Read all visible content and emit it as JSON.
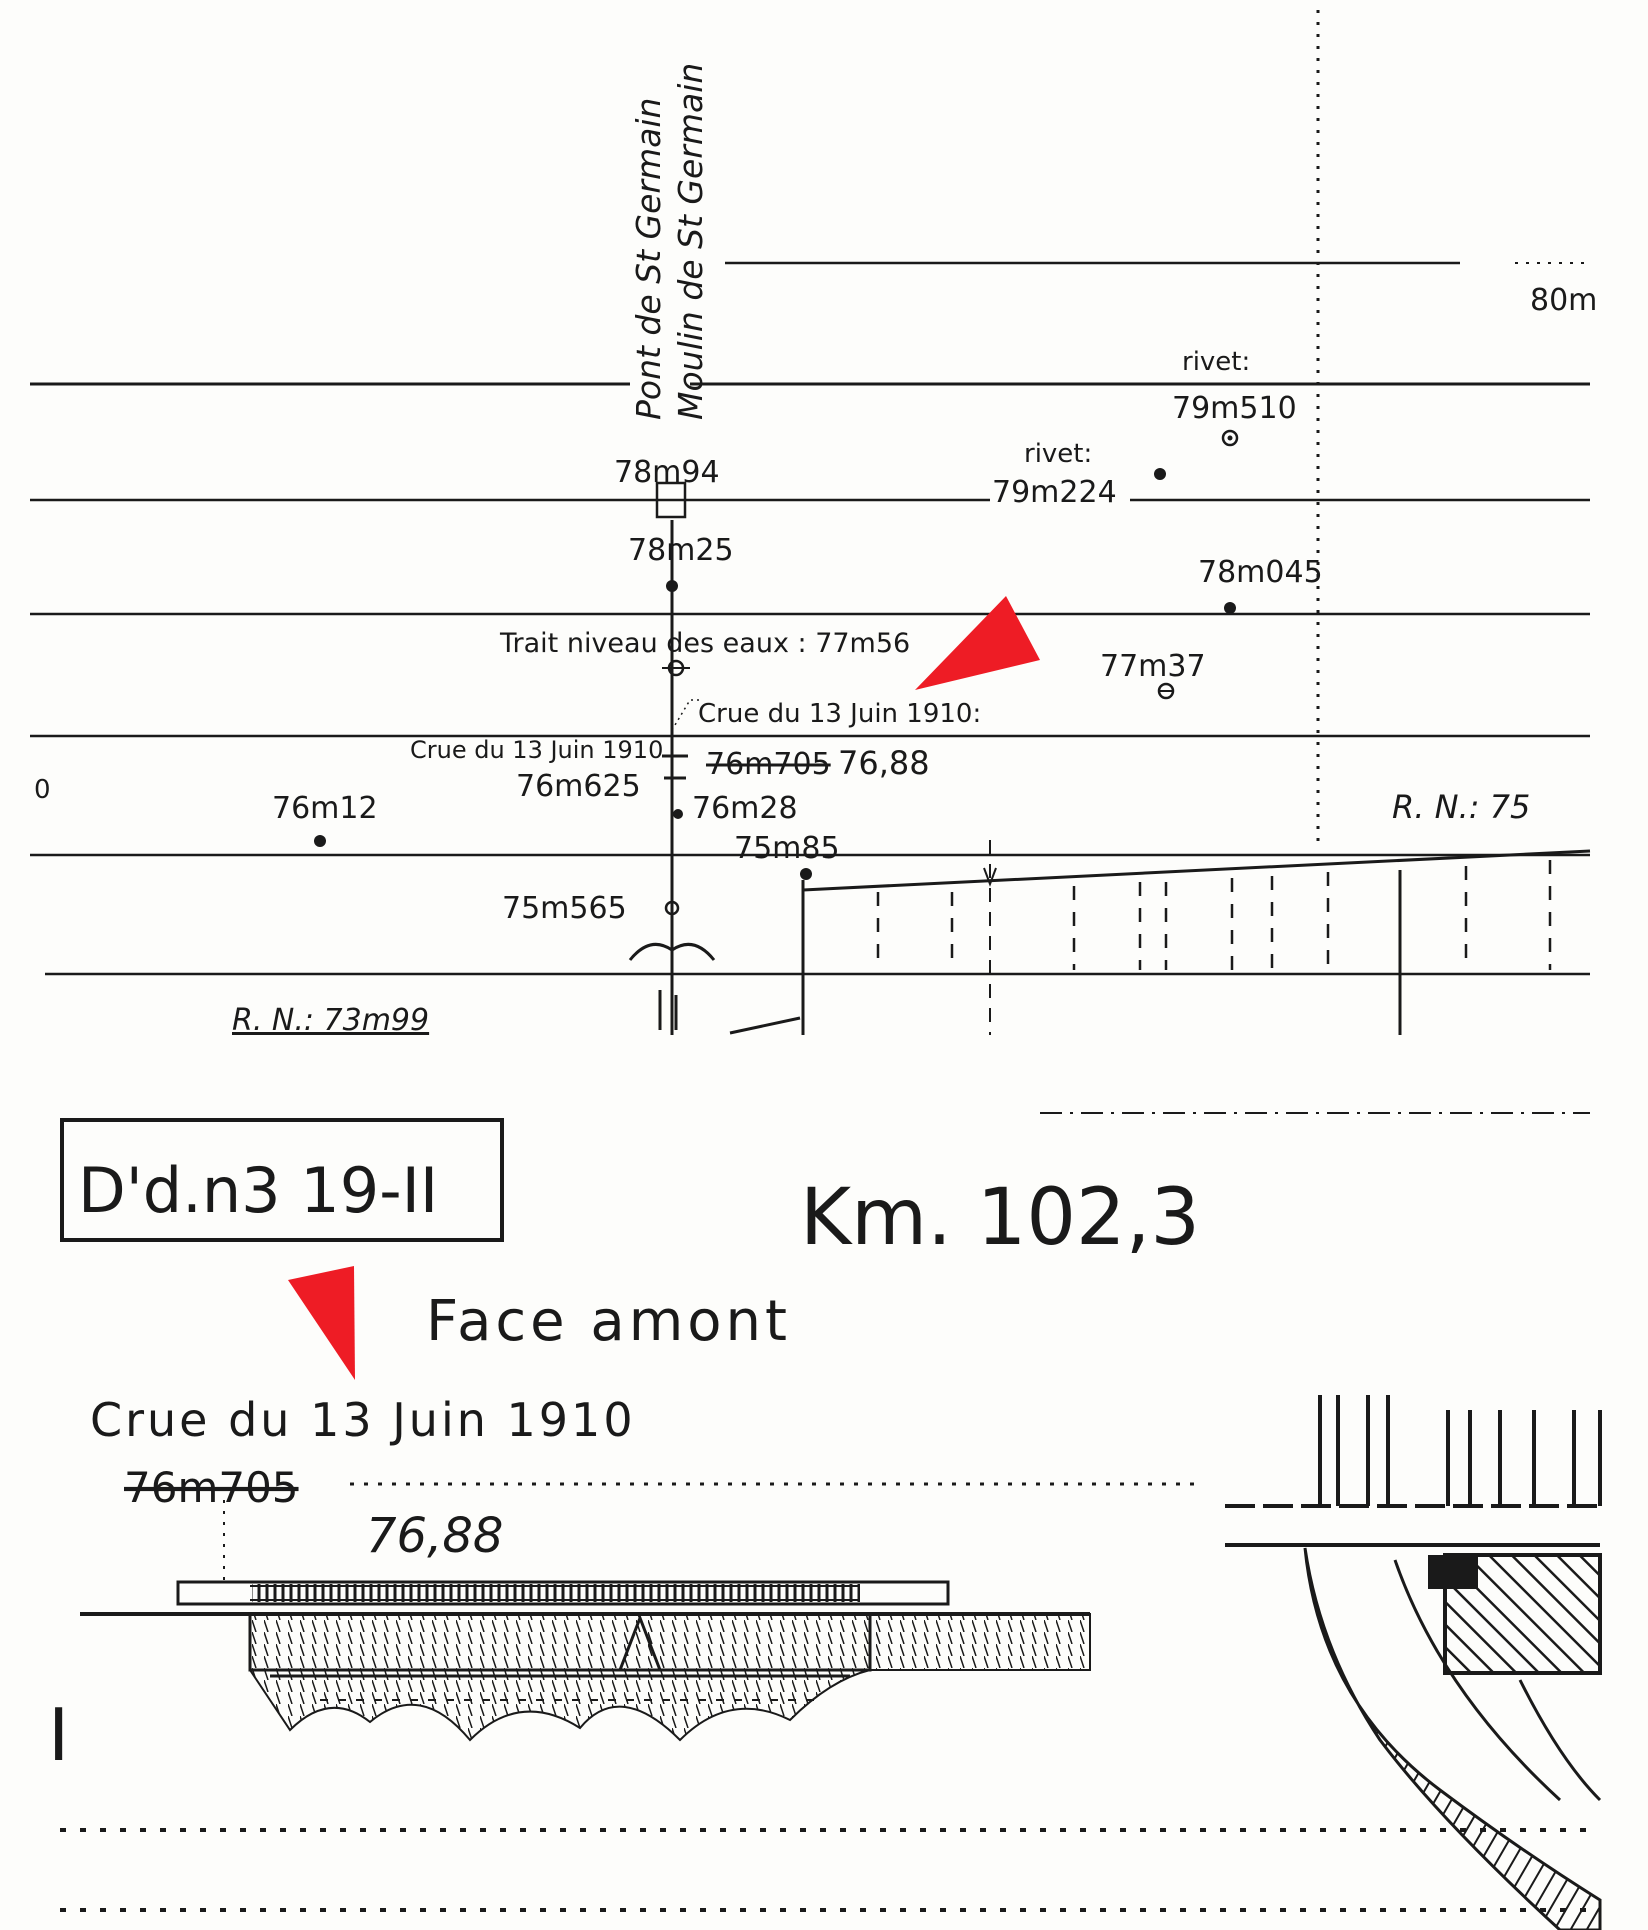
{
  "colors": {
    "ink": "#1a1a1a",
    "marker": "#ee1c25",
    "paper": "#fdfdfb"
  },
  "profile": {
    "station_name_1": "Pont de St Germain",
    "station_name_2": "Moulin de St Germain",
    "level_80": "80m",
    "rivet_label_1": "rivet:",
    "rivet_value_1": "79m510",
    "rivet_label_2": "rivet:",
    "rivet_value_2": "79m224",
    "elev_7894": "78m94",
    "elev_7825": "78m25",
    "elev_78045": "78m045",
    "water_mark": "Trait niveau des eaux : 77m56",
    "elev_7737": "77m37",
    "flood_label_right": "Crue du 13 Juin 1910:",
    "flood_label_left": "Crue du 13 Juin 1910",
    "flood_old_value": "76m705",
    "flood_new_value": "76,88",
    "elev_76625": "76m625",
    "elev_7628": "76m28",
    "elev_7612": "76m12",
    "elev_7585": "75m85",
    "elev_75565": "75m565",
    "rn_right": "R. N.: 75",
    "rn_left": "R. N.: 73m99",
    "left_edge_digit": "0"
  },
  "caption": {
    "reference": "D'd.n3 19-II",
    "km": "Km. 102,3",
    "face": "Face amont",
    "flood_title": "Crue du 13 Juin 1910",
    "flood_old": "76m705",
    "flood_new": "76,88",
    "roman": "I"
  }
}
